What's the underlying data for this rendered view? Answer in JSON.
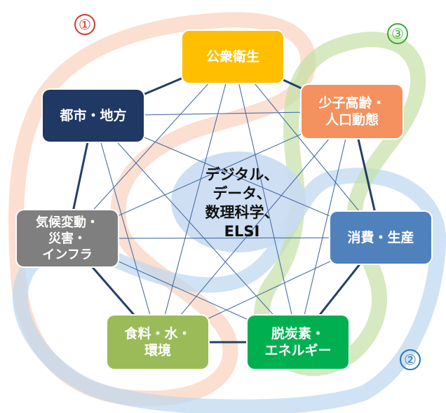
{
  "diagram": {
    "center": {
      "text": "デジタル、\nデータ、\n数理科学、\nELSI"
    },
    "nodes": [
      {
        "id": "public-health",
        "text": "公衆衛生",
        "color": "#FFBF00"
      },
      {
        "id": "aging",
        "text": "少子高齢・\n人口動態",
        "color": "#F4915E"
      },
      {
        "id": "consumption",
        "text": "消費・生産",
        "color": "#4F81BD"
      },
      {
        "id": "decarbon",
        "text": "脱炭素・\nエネルギー",
        "color": "#00B050"
      },
      {
        "id": "food",
        "text": "食料・水・\n環境",
        "color": "#9BBB59"
      },
      {
        "id": "climate",
        "text": "気候変動・\n災害・\nインフラ",
        "color": "#7F7F7F"
      },
      {
        "id": "urban",
        "text": "都市・地方",
        "color": "#1F3864"
      }
    ],
    "groups": [
      {
        "label": "①",
        "color": "#FAD2BE",
        "label_color": "#D03A2B"
      },
      {
        "label": "②",
        "color": "#BCD7F0",
        "label_color": "#2E75B6"
      },
      {
        "label": "③",
        "color": "#C5E0A5",
        "label_color": "#3AAA35"
      }
    ],
    "edge_color": "#4A6FA5"
  }
}
